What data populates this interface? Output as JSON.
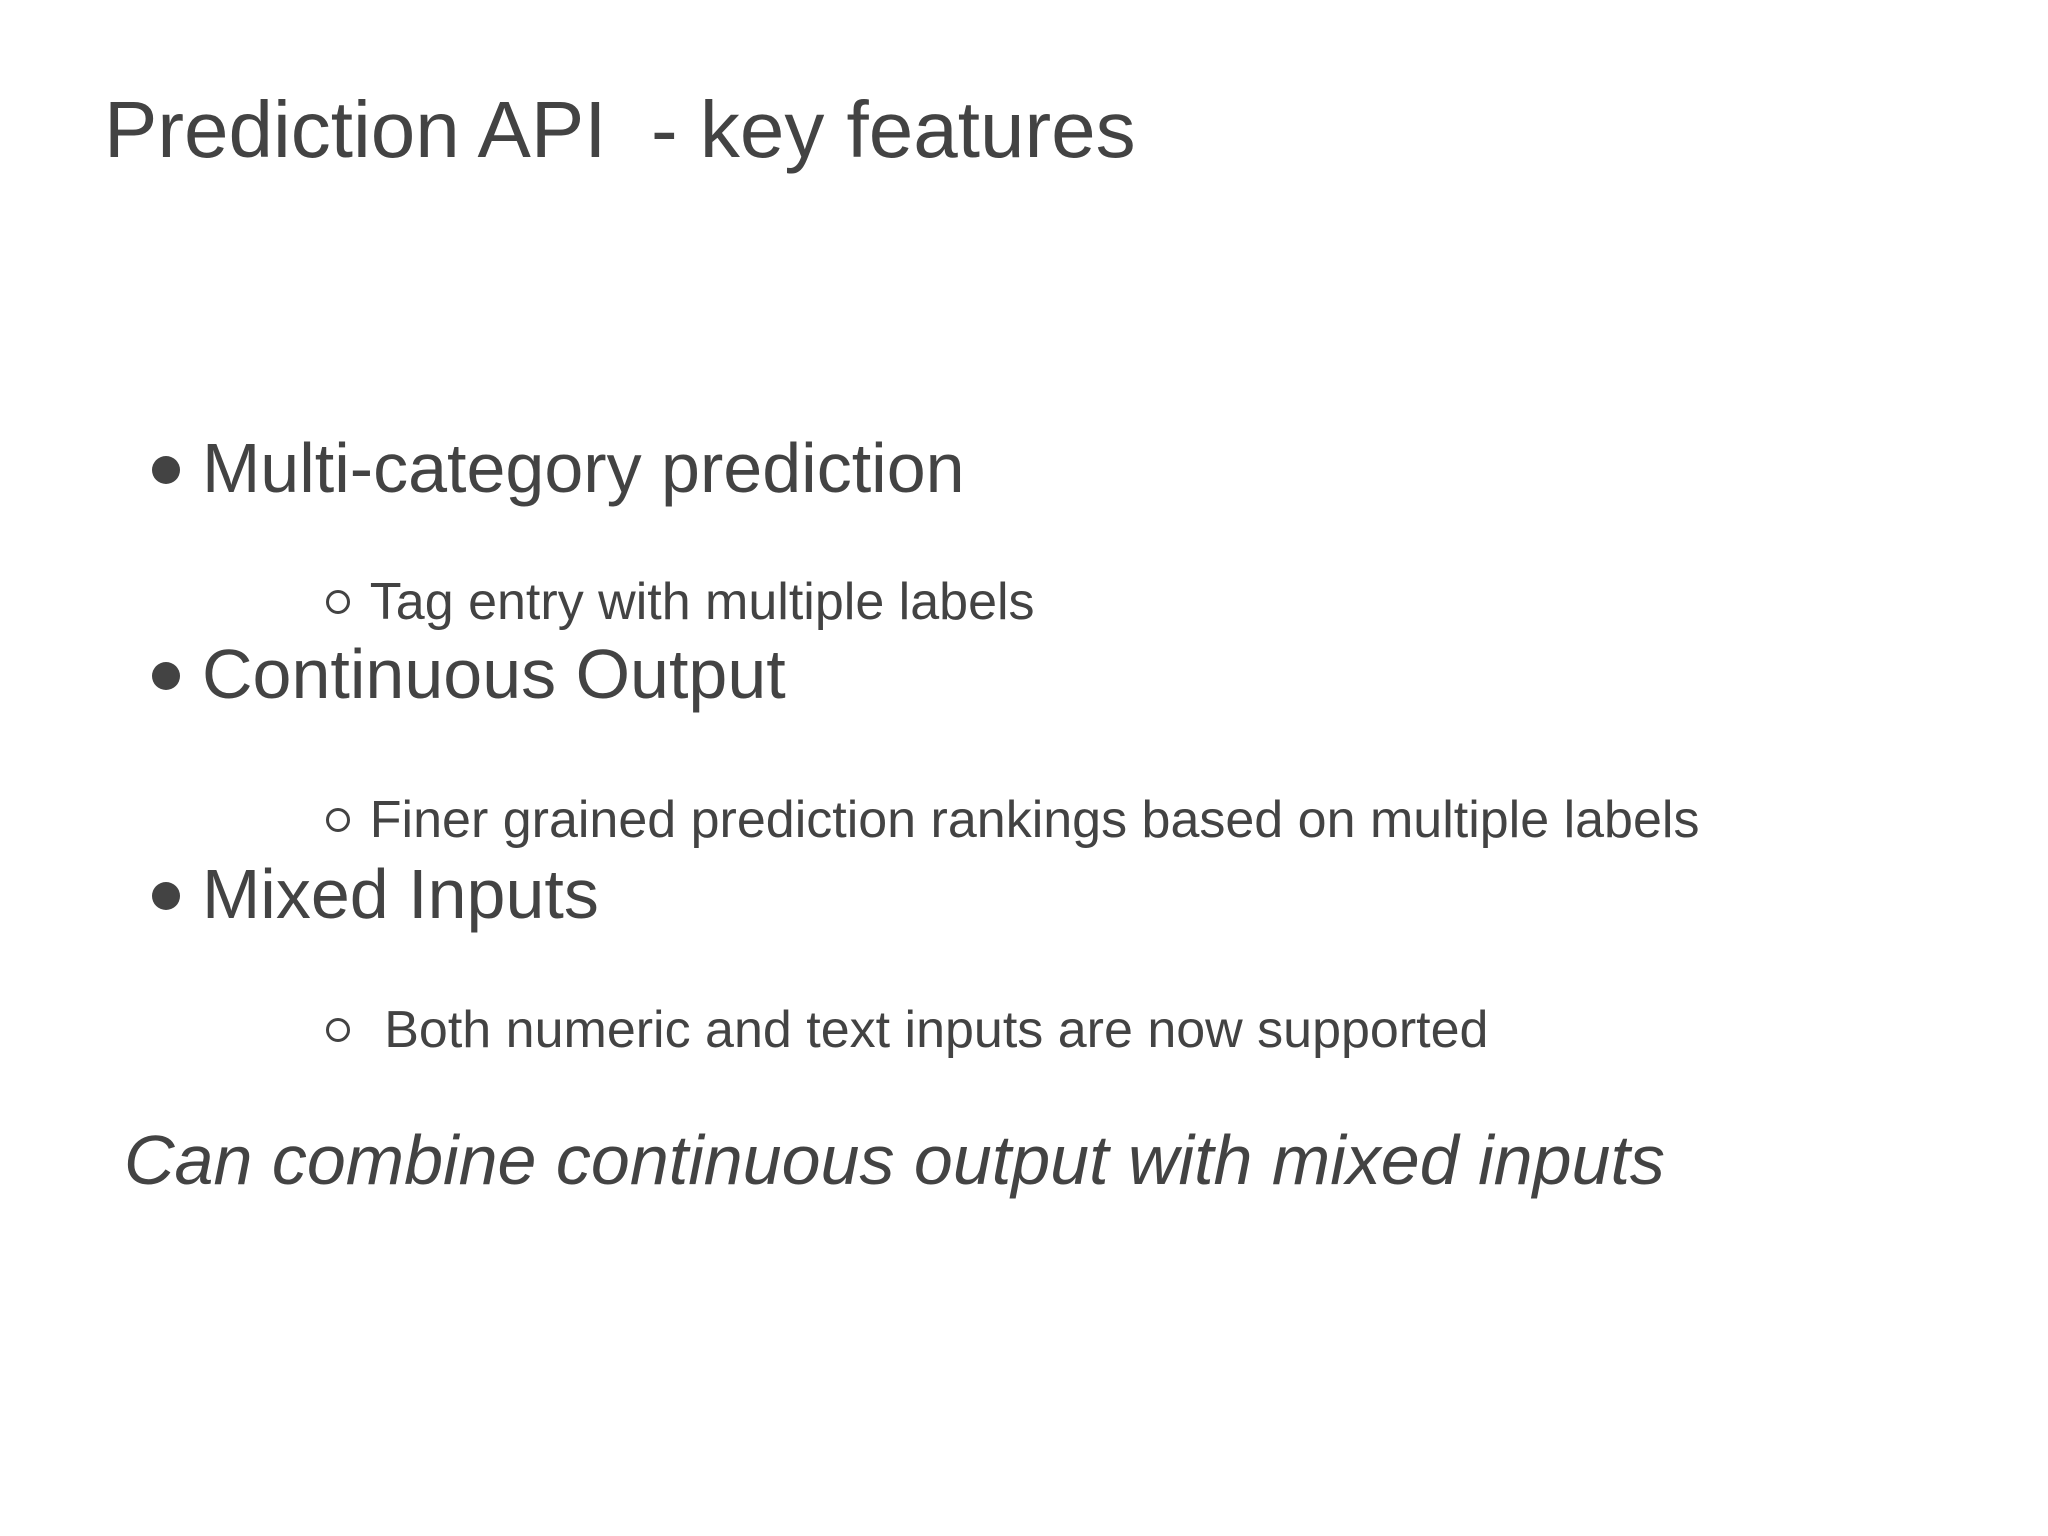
{
  "slide": {
    "title": "Prediction API  - key features",
    "bullets": [
      {
        "label": "Multi-category prediction",
        "sub": "Tag entry with multiple labels"
      },
      {
        "label": "Continuous Output",
        "sub": "Finer grained prediction rankings based on multiple labels"
      },
      {
        "label": "Mixed Inputs",
        "sub": " Both numeric and text inputs are now supported"
      }
    ],
    "note": "Can combine continuous output with mixed inputs"
  },
  "colors": {
    "text": "#434343",
    "background": "#ffffff"
  }
}
